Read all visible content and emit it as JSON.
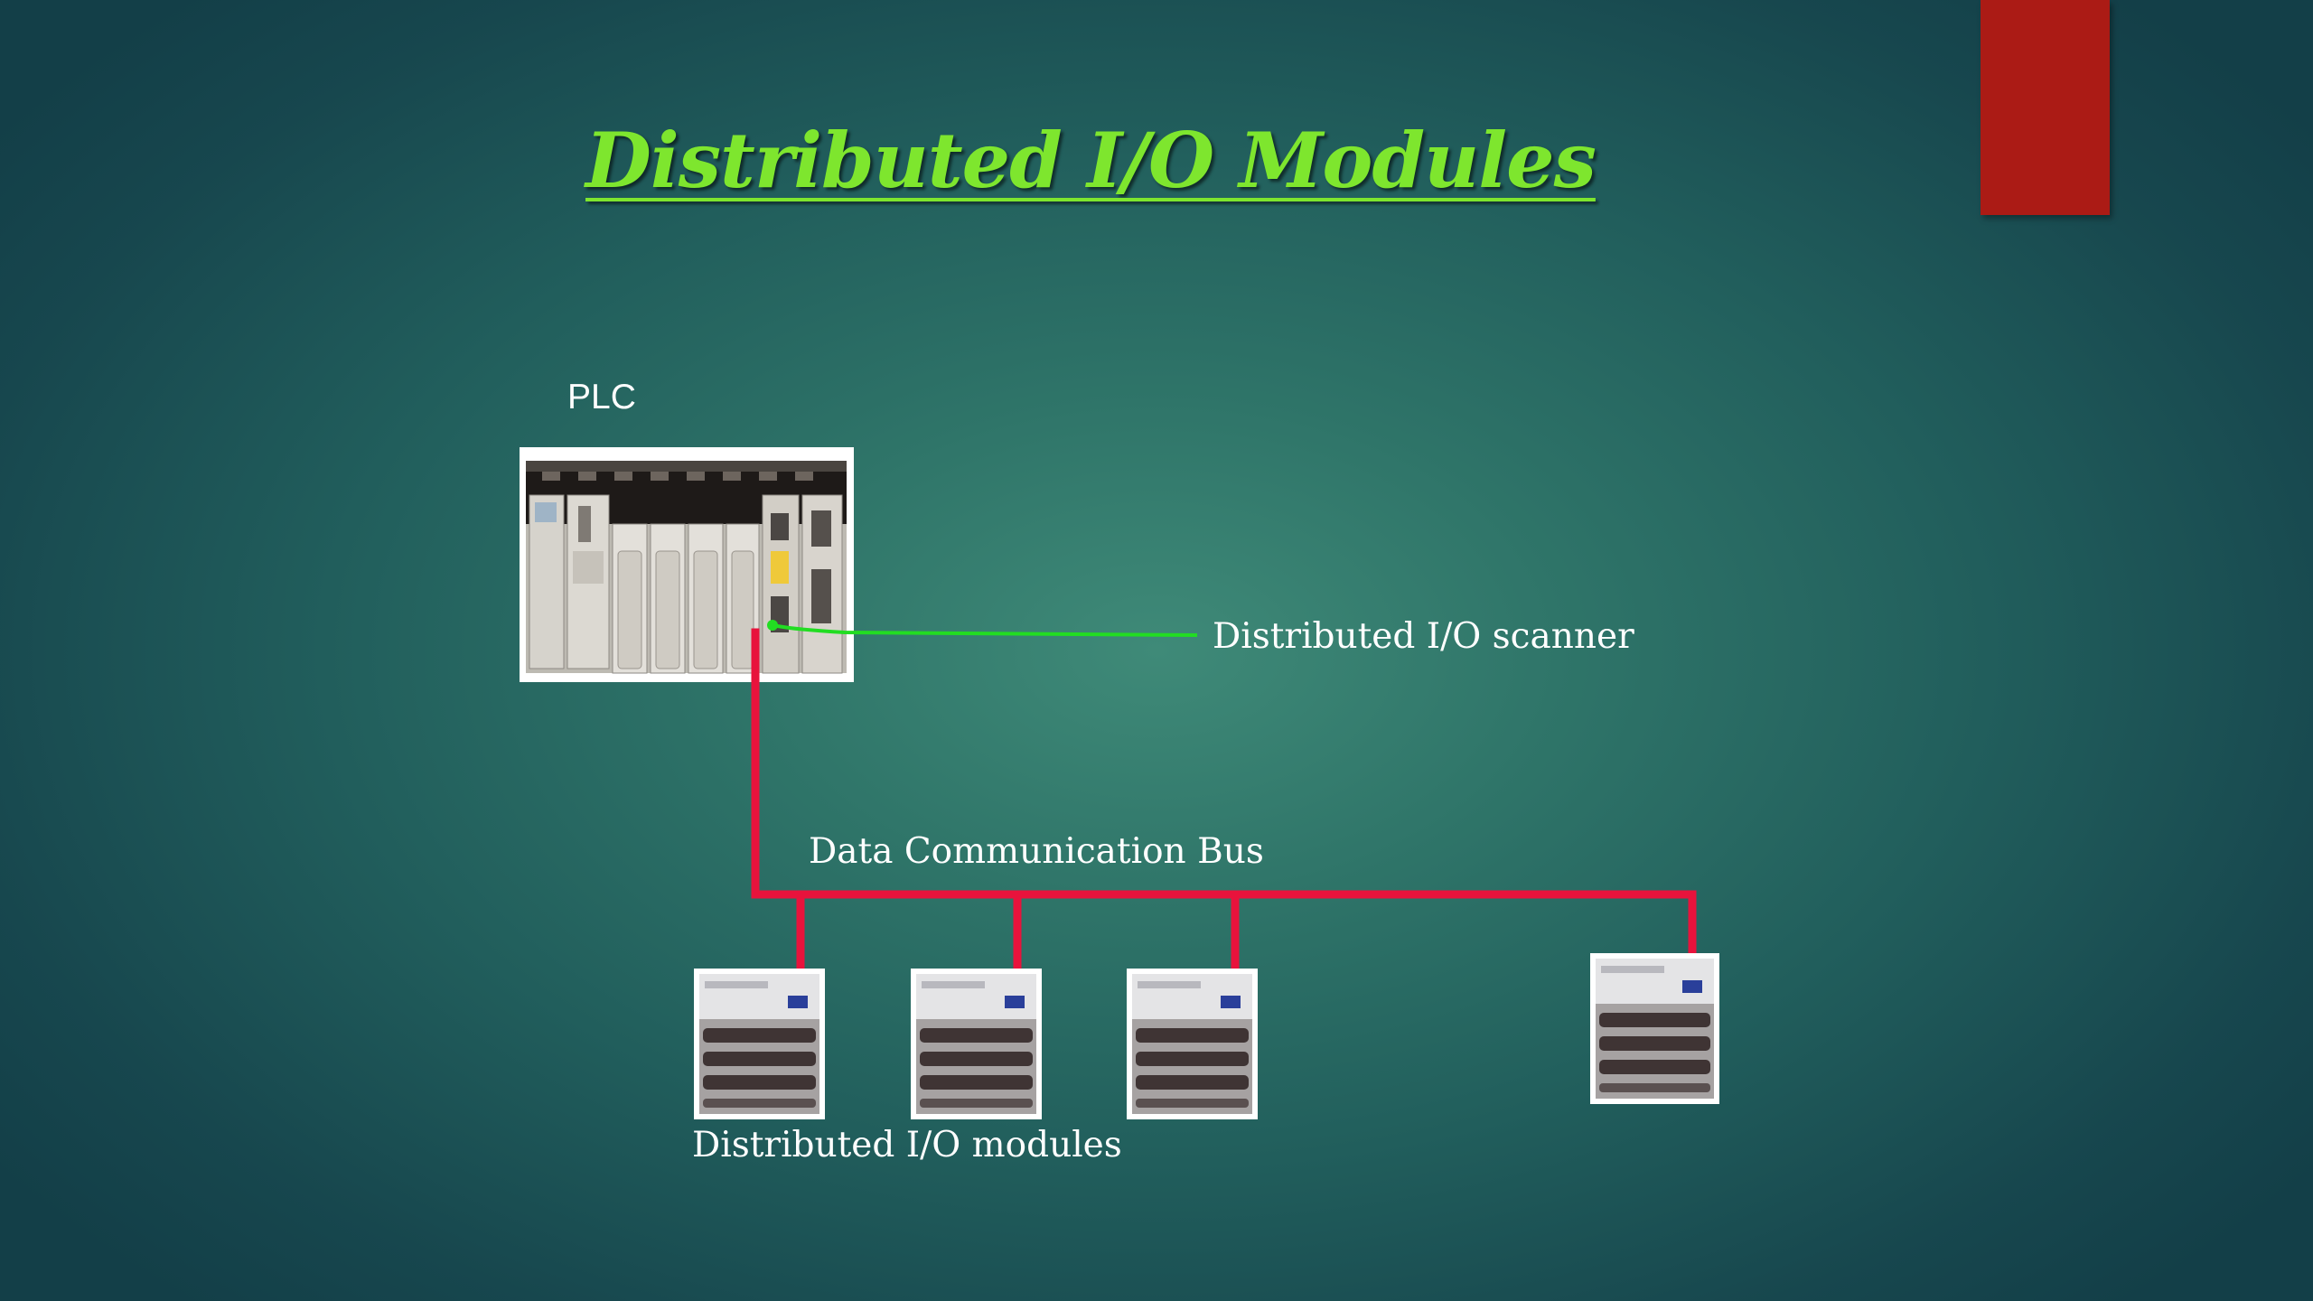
{
  "slide": {
    "title": "Distributed I/O Modules",
    "colors": {
      "title": "#7ee62e",
      "accent_bar": "#ab1b15",
      "bus_line": "#e8133c",
      "scanner_pointer": "#22dd22"
    }
  },
  "diagram": {
    "plc_label": "PLC",
    "scanner_label": "Distributed I/O scanner",
    "bus_label": "Data Communication Bus",
    "modules_label": "Distributed I/O modules",
    "module_count": 4
  }
}
